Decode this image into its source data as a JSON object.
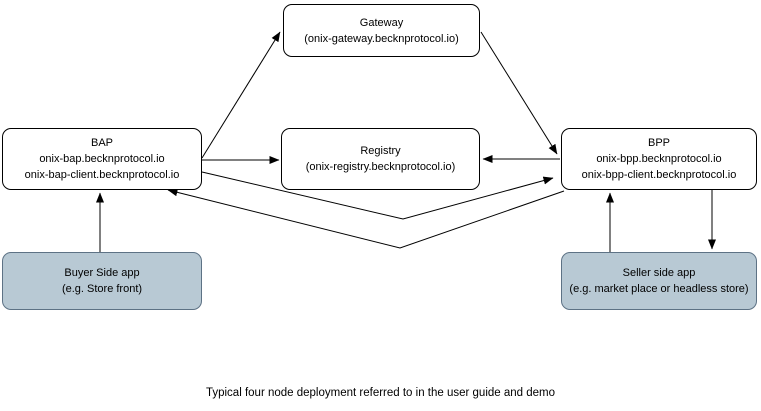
{
  "caption": "Typical four node deployment referred to in the user guide and demo",
  "nodes": {
    "gateway": {
      "lines": [
        "Gateway",
        "(onix-gateway.becknprotocol.io)"
      ]
    },
    "bap": {
      "lines": [
        "BAP",
        "onix-bap.becknprotocol.io",
        "onix-bap-client.becknprotocol.io"
      ]
    },
    "registry": {
      "lines": [
        "Registry",
        "(onix-registry.becknprotocol.io)"
      ]
    },
    "bpp": {
      "lines": [
        "BPP",
        "onix-bpp.becknprotocol.io",
        "onix-bpp-client.becknprotocol.io"
      ]
    },
    "buyer_app": {
      "lines": [
        "Buyer Side app",
        "(e.g. Store front)"
      ]
    },
    "seller_app": {
      "lines": [
        "Seller side app",
        "(e.g. market place or headless store)"
      ]
    }
  },
  "edges": [
    {
      "from": "bap",
      "to": "gateway"
    },
    {
      "from": "bap",
      "to": "registry"
    },
    {
      "from": "gateway",
      "to": "bpp"
    },
    {
      "from": "bpp",
      "to": "registry"
    },
    {
      "from": "bap",
      "to": "bpp",
      "route": "lower-v"
    },
    {
      "from": "bpp",
      "to": "bap",
      "route": "lower-v"
    },
    {
      "from": "buyer_app",
      "to": "bap"
    },
    {
      "from": "seller_app",
      "to": "bpp"
    },
    {
      "from": "bpp",
      "to": "seller_app"
    }
  ],
  "colors": {
    "service_node_fill": "#ffffff",
    "service_node_border": "#000000",
    "app_node_fill": "#b8c9d4",
    "app_node_border": "#5d7285",
    "arrow": "#000000",
    "background": "#ffffff"
  }
}
